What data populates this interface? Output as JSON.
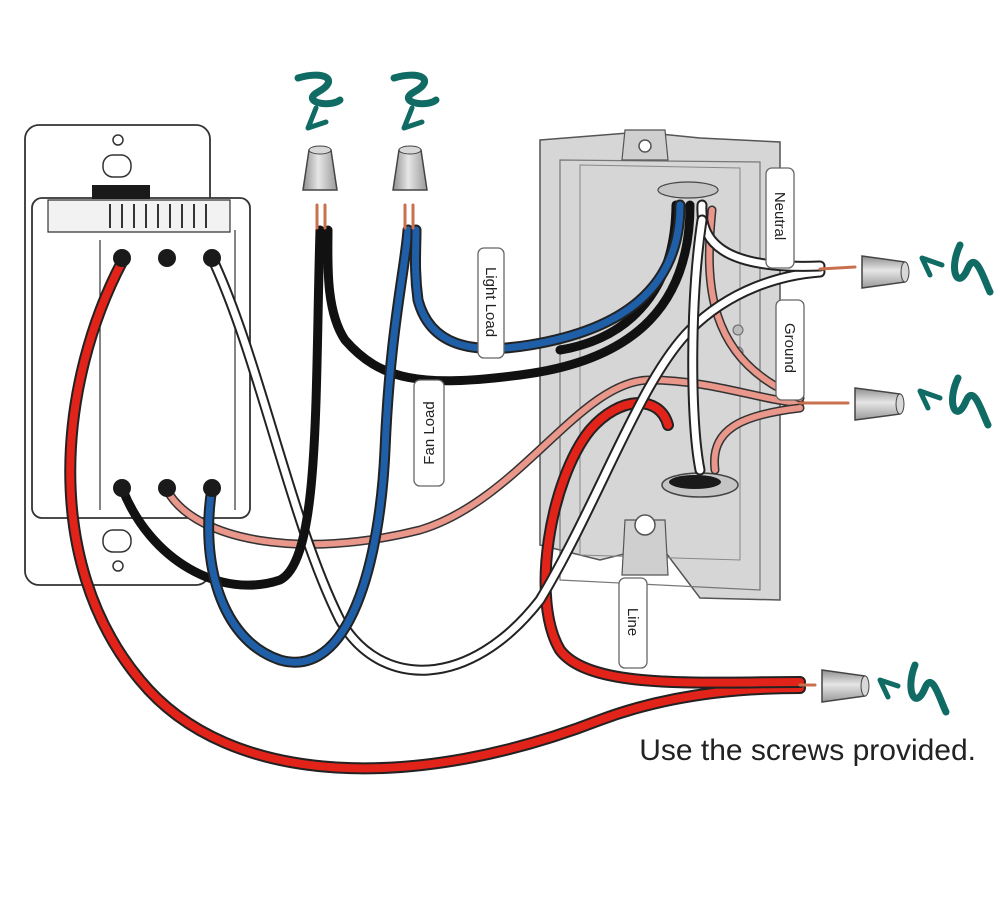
{
  "labels": {
    "neutral": "Neutral",
    "ground": "Ground",
    "light_load": "Light Load",
    "fan_load": "Fan Load",
    "line": "Line"
  },
  "caption": "Use the screws provided.",
  "icons": {
    "twist": "twist-arrow-icon"
  },
  "colors": {
    "red_wire": "#e2231a",
    "black_wire": "#1a1a1a",
    "blue_wire": "#1f5fa8",
    "white_wire": "#ffffff",
    "ground_wire": "#e8978a",
    "twist_arrow": "#0f6b63",
    "wall_box": "#d6d6d6",
    "wire_nut": "#b8b8b8"
  }
}
